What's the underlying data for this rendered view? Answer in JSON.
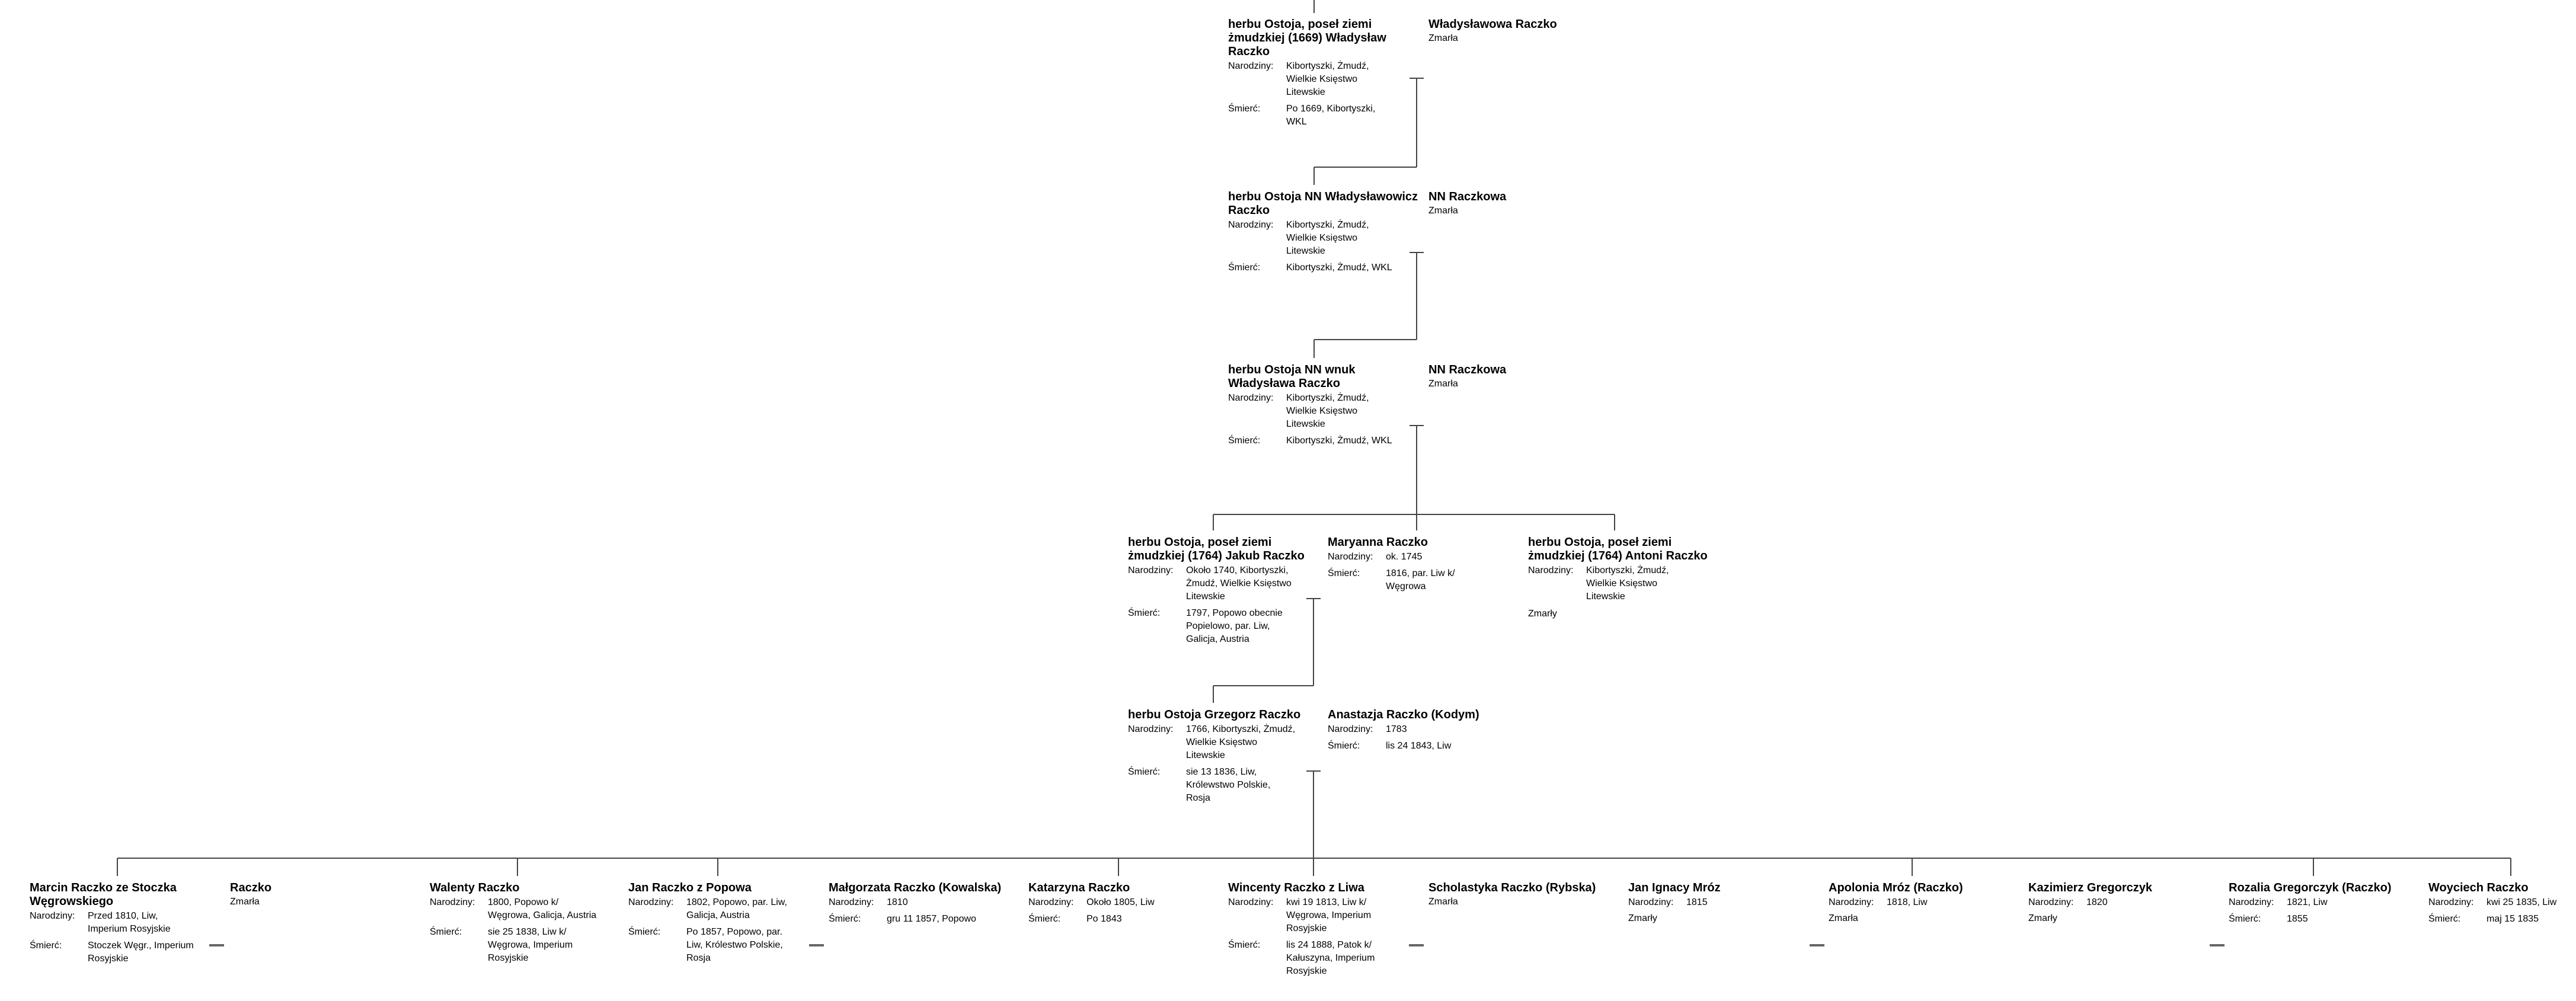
{
  "labels": {
    "birth": "Narodziny:",
    "death": "Śmierć:"
  },
  "generations": [
    {
      "person": {
        "name": "herbu Ostoja, poseł ziemi żmudzkiej (1669) Władysław Raczko",
        "birth": "Kibortyszki, Żmudź, Wielkie Księstwo Litewskie",
        "death": "Po 1669, Kibortyszki, WKL"
      },
      "spouse": {
        "name": "Władysławowa Raczko",
        "status": "Zmarła"
      }
    },
    {
      "person": {
        "name": "herbu Ostoja NN Władysławowicz Raczko",
        "birth": "Kibortyszki, Żmudź, Wielkie Księstwo Litewskie",
        "death": "Kibortyszki, Żmudź, WKL"
      },
      "spouse": {
        "name": "NN Raczkowa",
        "status": "Zmarła"
      }
    },
    {
      "person": {
        "name": "herbu Ostoja NN wnuk Władysława Raczko",
        "birth": "Kibortyszki, Żmudź, Wielkie Księstwo Litewskie",
        "death": "Kibortyszki, Żmudź, WKL"
      },
      "spouse": {
        "name": "NN Raczkowa",
        "status": "Zmarła"
      }
    }
  ],
  "gen4": {
    "jakub": {
      "name": "herbu Ostoja, poseł ziemi żmudzkiej (1764) Jakub Raczko",
      "birth": "Około 1740, Kibortyszki, Żmudź, Wielkie Księstwo Litewskie",
      "death": "1797, Popowo obecnie Popielowo, par. Liw, Galicja, Austria"
    },
    "maryanna": {
      "name": "Maryanna Raczko",
      "birth": "ok. 1745",
      "death": "1816, par. Liw k/ Węgrowa"
    },
    "antoni": {
      "name": "herbu Ostoja, poseł ziemi żmudzkiej (1764) Antoni Raczko",
      "birth": "Kibortyszki, Żmudź, Wielkie Księstwo Litewskie",
      "status": "Zmarły"
    }
  },
  "gen5": {
    "grzegorz": {
      "name": "herbu Ostoja Grzegorz Raczko",
      "birth": "1766, Kibortyszki, Żmudź, Wielkie Księstwo Litewskie",
      "death": "sie 13 1836, Liw, Królewstwo Polskie, Rosja"
    },
    "anastazja": {
      "name": "Anastazja Raczko (Kodym)",
      "birth": "1783",
      "death": "lis 24 1843, Liw"
    }
  },
  "children": {
    "marcin": {
      "name": "Marcin Raczko ze Stoczka Węgrowskiego",
      "birth": "Przed 1810, Liw, Imperium Rosyjskie",
      "death": "Stoczek Węgr., Imperium Rosyjskie"
    },
    "raczko": {
      "name": "Raczko",
      "status": "Zmarła"
    },
    "walenty": {
      "name": "Walenty Raczko",
      "birth": "1800, Popowo k/ Węgrowa, Galicja, Austria",
      "death": "sie 25 1838, Liw k/ Węgrowa, Imperium Rosyjskie"
    },
    "jan": {
      "name": "Jan Raczko z Popowa",
      "birth": "1802, Popowo, par. Liw, Galicja, Austria",
      "death": "Po 1857, Popowo, par. Liw, Królestwo Polskie, Rosja"
    },
    "malgorzata": {
      "name": "Małgorzata Raczko (Kowalska)",
      "birth": "1810",
      "death": "gru 11 1857, Popowo"
    },
    "katarzyna": {
      "name": "Katarzyna Raczko",
      "birth": "Około 1805, Liw",
      "death": "Po 1843"
    },
    "wincenty": {
      "name": "Wincenty Raczko z Liwa",
      "birth": "kwi 19 1813, Liw k/ Węgrowa, Imperium Rosyjskie",
      "death": "lis 24 1888, Patok k/ Kałuszyna, Imperium Rosyjskie"
    },
    "scholastyka": {
      "name": "Scholastyka Raczko (Rybska)",
      "status": "Zmarła"
    },
    "jan_ignacy": {
      "name": "Jan Ignacy Mróz",
      "birth": "1815",
      "status": "Zmarły"
    },
    "apolonia": {
      "name": "Apolonia Mróz (Raczko)",
      "birth": "1818, Liw",
      "status": "Zmarła"
    },
    "kazimierz": {
      "name": "Kazimierz Gregorczyk",
      "birth": "1820",
      "status": "Zmarły"
    },
    "rozalia": {
      "name": "Rozalia Gregorczyk (Raczko)",
      "birth": "1821, Liw",
      "death": "1855"
    },
    "woyciech": {
      "name": "Woyciech Raczko",
      "birth": "kwi 25 1835, Liw",
      "death": "maj 15 1835"
    }
  }
}
